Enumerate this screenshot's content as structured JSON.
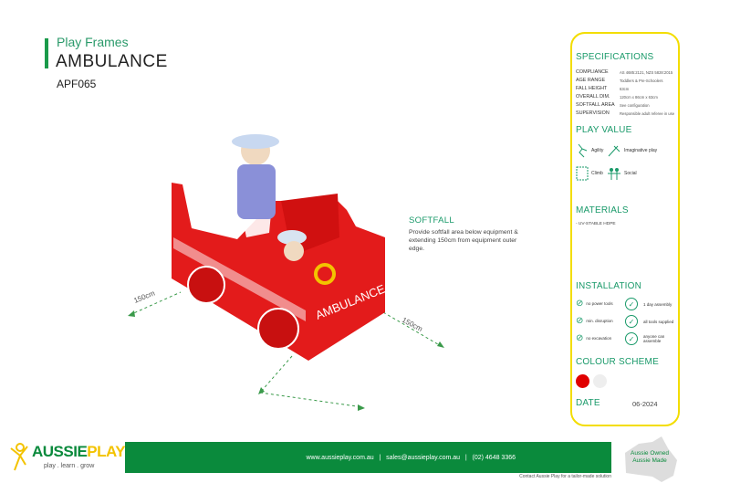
{
  "header": {
    "category": "Play Frames",
    "title": "AMBULANCE",
    "code": "APF065"
  },
  "softfall": {
    "heading": "SOFTFALL",
    "text": "Provide softfall area below equipment & extending 150cm from equipment outer edge."
  },
  "product_image": {
    "vehicle_text": "AMBULANCE",
    "dimension_labels": [
      "150cm",
      "150cm"
    ]
  },
  "specifications": {
    "heading": "SPECIFICATIONS",
    "rows": [
      {
        "label": "COMPLIANCE",
        "value": "AS 4685:2121, NZS 5828:2015"
      },
      {
        "label": "AGE RANGE",
        "value": "Toddlers & Pre-Schoolers"
      },
      {
        "label": "FALL HEIGHT",
        "value": "63cm"
      },
      {
        "label": "OVERALL DIM.",
        "value": "120cm x 86cm x 63cm"
      },
      {
        "label": "SOFTFALL AREA",
        "value": "See configuration"
      },
      {
        "label": "SUPERVISION",
        "value": "Responsible adult referee in use"
      }
    ]
  },
  "play_value": {
    "heading": "PLAY VALUE",
    "items": [
      {
        "label": "Agility",
        "icon": "agility-icon"
      },
      {
        "label": "Imaginative play",
        "icon": "imaginative-play-icon"
      },
      {
        "label": "Climb",
        "icon": "climb-icon"
      },
      {
        "label": "Social",
        "icon": "social-icon"
      }
    ]
  },
  "materials": {
    "heading": "MATERIALS",
    "items": [
      "- UV-STABLE HDPE"
    ]
  },
  "installation": {
    "heading": "INSTALLATION",
    "left": [
      "no power tools",
      "min. disruption",
      "no excavation"
    ],
    "right": [
      "1 day assembly",
      "all tools supplied",
      "anyone can assemble"
    ]
  },
  "colour_scheme": {
    "heading": "COLOUR SCHEME",
    "colors": [
      "#e00000",
      "#eeeeee"
    ]
  },
  "date": {
    "label": "DATE",
    "value": "06-2024"
  },
  "footer": {
    "brand_a": "AUSSIE",
    "brand_b": "PLAY",
    "tagline": "play . learn . grow",
    "contact_line": "www.aussieplay.com.au   |   sales@aussieplay.com.au   |   (02) 4648 3366",
    "note": "Contact Aussie Play for a tailor-made solution",
    "badge": "Aussie Owned Aussie Made"
  },
  "colors": {
    "green": "#0a8a3c",
    "accent": "#1a9a6a",
    "yellow": "#f3dd00",
    "red": "#e31b1b"
  }
}
